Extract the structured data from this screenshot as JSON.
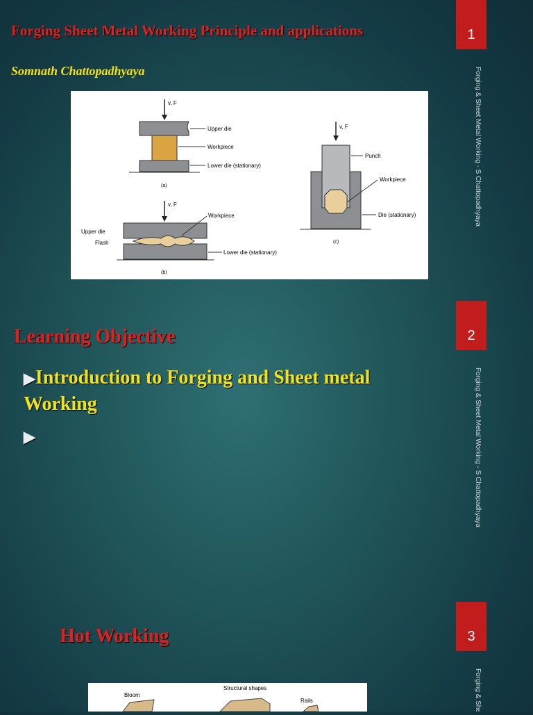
{
  "side_text": "Forging & Sheet Metal Working - S Chattopadhyaya",
  "side_text_partial": "Forging & Shee",
  "slide1": {
    "number": "1",
    "title": "Forging Sheet Metal Working Principle and applications",
    "author": "Somnath Chattopadhyaya",
    "figure": {
      "a": {
        "force": "v, F",
        "upper": "Upper die",
        "work": "Workpiece",
        "lower": "Lower die (stationary)",
        "cap": "(a)"
      },
      "b": {
        "force": "v, F",
        "work": "Workpiece",
        "upper": "Upper die",
        "flash": "Flash",
        "lower": "Lower die (stationary)",
        "cap": "(b)"
      },
      "c": {
        "force": "v, F",
        "punch": "Punch",
        "work": "Workpiece",
        "die": "Die (stationary)",
        "cap": "(c)"
      }
    }
  },
  "slide2": {
    "number": "2",
    "title": "Learning Objective",
    "bullets": [
      "Introduction to Forging and Sheet metal Working",
      ""
    ]
  },
  "slide3": {
    "number": "3",
    "title": "Hot Working",
    "figure": {
      "bloom": "Bloom",
      "structural": "Structural shapes",
      "rails": "Rails"
    }
  }
}
